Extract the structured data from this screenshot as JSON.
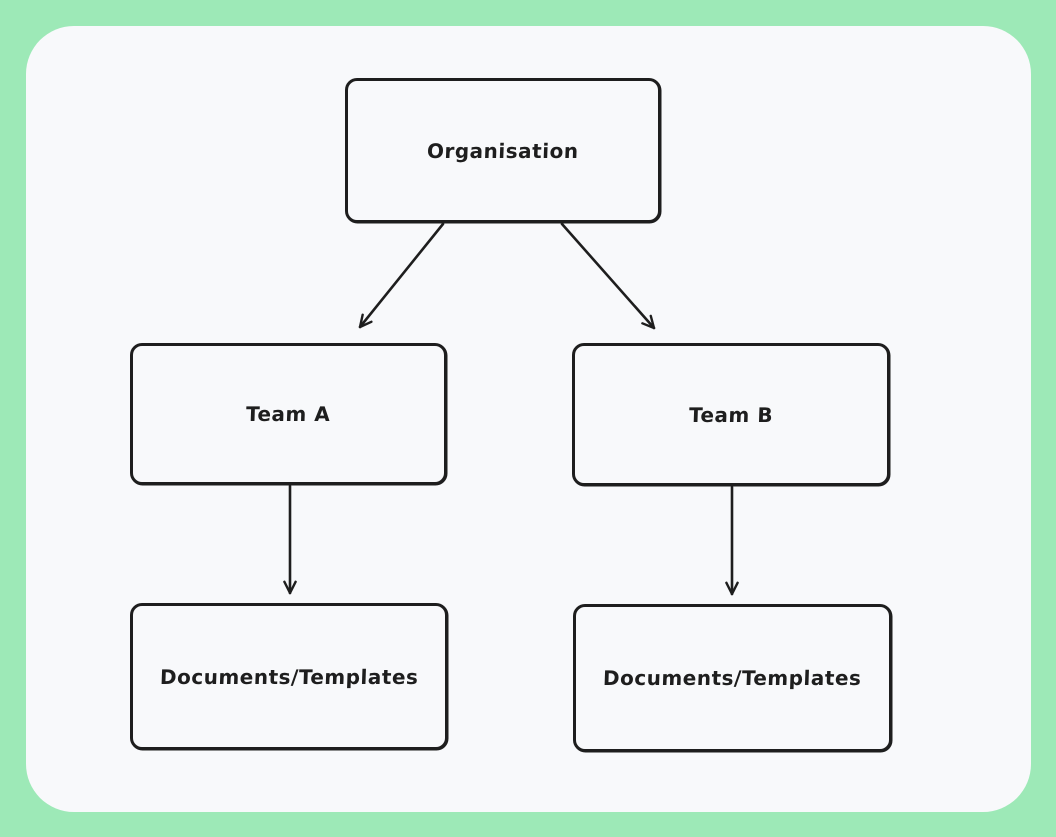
{
  "canvas": {
    "background_color": "#9de9b7",
    "surface_color": "#f8f9fb",
    "stroke_color": "#1e1e1e"
  },
  "diagram": {
    "type": "flowchart",
    "style": "hand-drawn",
    "nodes": [
      {
        "id": "organisation",
        "label": "Organisation"
      },
      {
        "id": "team-a",
        "label": "Team A"
      },
      {
        "id": "team-b",
        "label": "Team B"
      },
      {
        "id": "documents-a",
        "label": "Documents/Templates"
      },
      {
        "id": "documents-b",
        "label": "Documents/Templates"
      }
    ],
    "edges": [
      {
        "from": "organisation",
        "to": "team-a"
      },
      {
        "from": "organisation",
        "to": "team-b"
      },
      {
        "from": "team-a",
        "to": "documents-a"
      },
      {
        "from": "team-b",
        "to": "documents-b"
      }
    ]
  }
}
